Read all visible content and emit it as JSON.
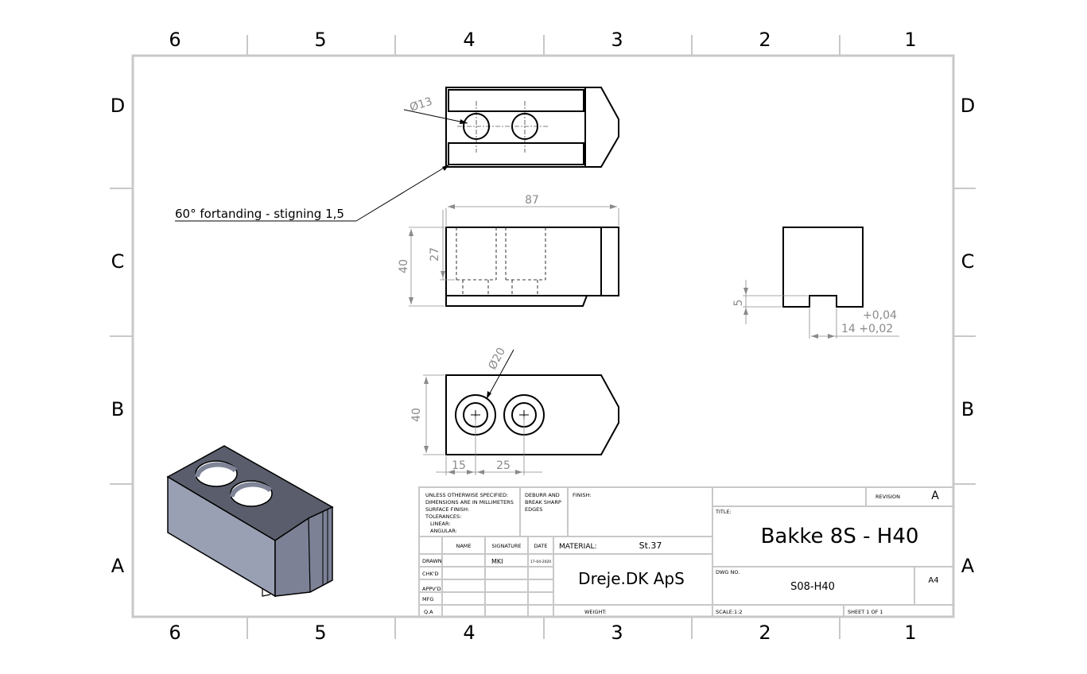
{
  "zones": {
    "columns": [
      "6",
      "5",
      "4",
      "3",
      "2",
      "1"
    ],
    "rows": [
      "D",
      "C",
      "B",
      "A"
    ]
  },
  "annotations": {
    "top_hole_dia": "Ø13",
    "serration_note": "60° fortanding - stigning 1,5",
    "front_length": "87",
    "front_height": "40",
    "front_depth": "27",
    "side_slot_height": "5",
    "side_tol_upper": "+0,04",
    "side_slot_width": "14 +0,02",
    "bottom_hole_dia": "Ø20",
    "bottom_height": "40",
    "bottom_offset": "15",
    "bottom_pitch": "25"
  },
  "title_block": {
    "notes": [
      "UNLESS OTHERWISE SPECIFIED:",
      "DIMENSIONS ARE IN MILLIMETERS",
      "SURFACE FINISH:",
      "TOLERANCES:",
      "LINEAR:",
      "ANGULAR:"
    ],
    "deburr": [
      "DEBURR AND",
      "BREAK SHARP",
      "EDGES"
    ],
    "finish_label": "FINISH:",
    "revision_label": "REVISION",
    "revision": "A",
    "title_label": "TITLE:",
    "title": "Bakke 8S - H40",
    "col_name": "NAME",
    "col_signature": "SIGNATURE",
    "col_date": "DATE",
    "rows": [
      "DRAWN",
      "CHK'D",
      "APPV'D",
      "MFG",
      "Q.A"
    ],
    "drawn_signature": "MKI",
    "drawn_date": "17-04-2020",
    "material_label": "MATERIAL:",
    "material": "St.37",
    "company": "Dreje.DK ApS",
    "dwg_no_label": "DWG NO.",
    "dwg_no": "S08-H40",
    "size": "A4",
    "weight_label": "WEIGHT:",
    "scale_label": "SCALE:1:2",
    "sheet_label": "SHEET 1 OF 1"
  },
  "colors": {
    "border": "#c8c8c8",
    "iso_top": "#5a5d6b",
    "iso_front": "#9aa0b4",
    "iso_side": "#7c8196"
  }
}
